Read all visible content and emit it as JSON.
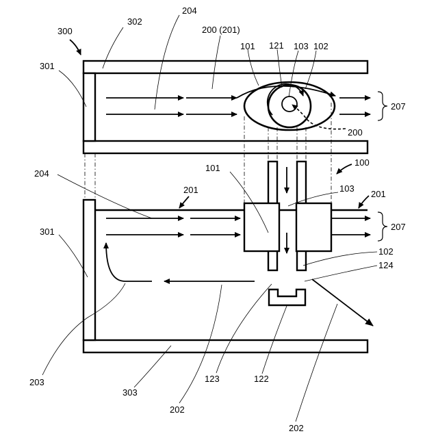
{
  "colors": {
    "ink": "#000000",
    "background": "#ffffff"
  },
  "labels": {
    "l300": "300",
    "l302": "302",
    "l204_top": "204",
    "l200_201": "200 (201)",
    "l101_top": "101",
    "l121": "121",
    "l103_top": "103",
    "l102_top": "102",
    "l301_top": "301",
    "l207_top": "207",
    "l200_ret": "200",
    "l100": "100",
    "l101_bot": "101",
    "l204_bot": "204",
    "l201_left": "201",
    "l103_bot": "103",
    "l201_right": "201",
    "l207_bot": "207",
    "l301_bot": "301",
    "l102_bot": "102",
    "l124": "124",
    "l203": "203",
    "l303": "303",
    "l123": "123",
    "l122": "122",
    "l202_left": "202",
    "l202_right": "202"
  }
}
